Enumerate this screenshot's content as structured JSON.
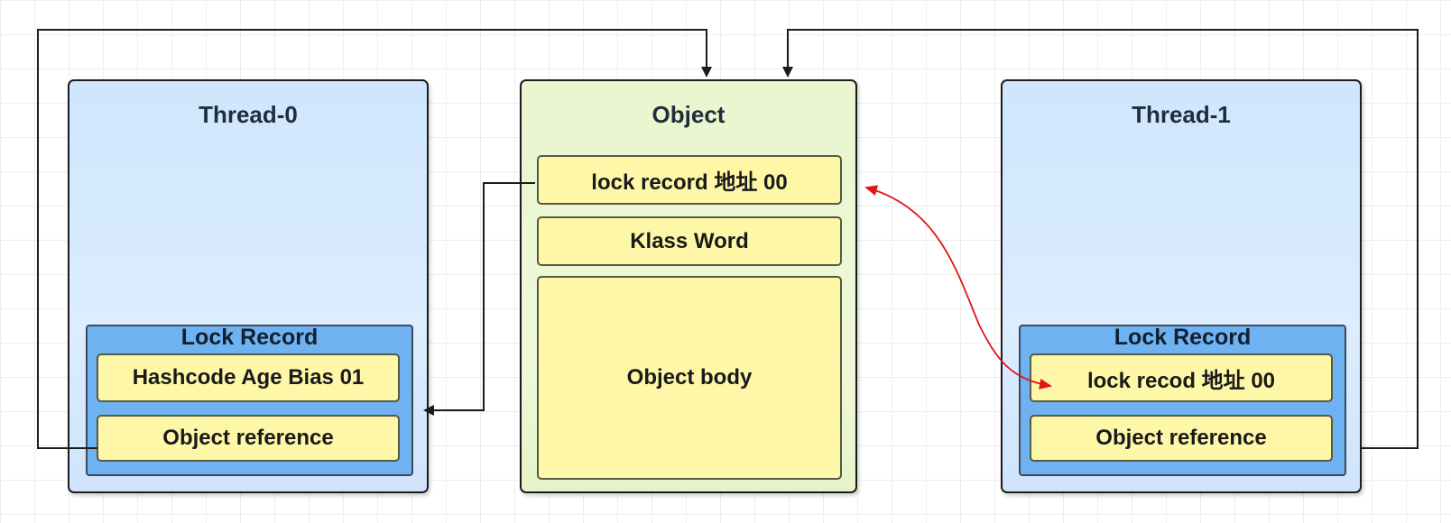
{
  "thread0": {
    "title": "Thread-0",
    "lock_record": {
      "title": "Lock Record",
      "slot1": "Hashcode Age Bias 01",
      "slot2": "Object reference"
    }
  },
  "object": {
    "title": "Object",
    "mark_word": "lock  record 地址 00",
    "klass_word": "Klass Word",
    "body": "Object body"
  },
  "thread1": {
    "title": "Thread-1",
    "lock_record": {
      "title": "Lock Record",
      "slot1": "lock recod 地址 00",
      "slot2": "Object reference"
    }
  },
  "colors": {
    "thread_fill": "#d6eafe",
    "object_fill": "#ecf7d4",
    "lock_record_fill": "#6fb2f2",
    "cell_fill": "#fff7a8",
    "arrow_black": "#1c1c1c",
    "arrow_red": "#e01515"
  }
}
